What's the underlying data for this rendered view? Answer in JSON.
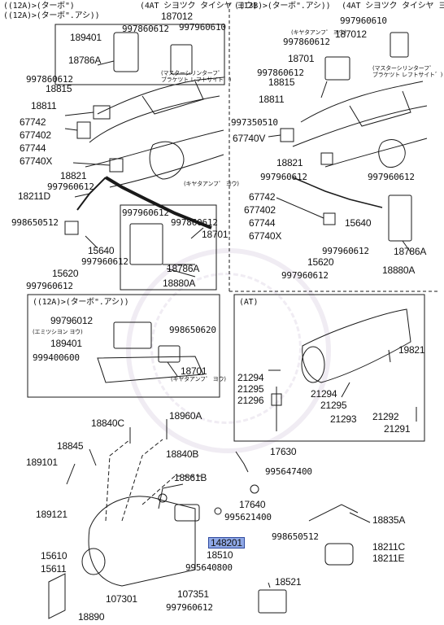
{
  "headers": {
    "left": "((12A)>(ターボ\")",
    "left2": "((12A)>(ターボ\".アシ))",
    "mid": "(4AT シヨツク タイシヤ ヨウ)",
    "right": "((13B)>(ターボ\".アシ))",
    "right2": "(4AT シヨツク タイシヤ ヨウ)",
    "box12a": "((12A)>(ターボ\".アシ))",
    "at": "(AT)"
  },
  "notes": {
    "master_l": "(マスターシリンターフ゜",
    "master_l2": "ブラケツト レフトサイト゛)",
    "master_r": "(マスターシリンターフ゜",
    "master_r2": "ブラケツト レフトサイト゛)",
    "kita_l": "(キヤタアンフ゜ ヨウ)",
    "kita_r": "(キヤタアンフ゜ ヨウ)",
    "emi": "(エミツシヨン ヨウ)",
    "kita_b": "(キヤタアンフ゜ ヨウ)"
  },
  "parts": {
    "p189401": "189401",
    "p997860612a": "997860612",
    "p997960610a": "997960610",
    "p18786Aa": "18786A",
    "p187012a": "187012",
    "p997860612b": "997860612",
    "p18815a": "18815",
    "p18811a": "18811",
    "p67742a": "67742",
    "p677402a": "677402",
    "p67744a": "67744",
    "p67740Xa": "67740X",
    "p18821a": "18821",
    "p997960612a": "997960612",
    "p18211D": "18211D",
    "p998650512a": "998650512",
    "p15640a": "15640",
    "p15620a": "15620",
    "p997960612b": "997960612",
    "p997960612c": "997960612",
    "p997860612c": "997860612",
    "p18701a": "18701",
    "p18786Ab": "18786A",
    "p18880Aa": "18880A",
    "p997960610b": "997960610",
    "p187012b": "187012",
    "p997860612d": "997860612",
    "p18701b": "18701",
    "p997860612e": "997860612",
    "p18815b": "18815",
    "p18811b": "18811",
    "p997350510": "997350510",
    "p67740V": "67740V",
    "p18821b": "18821",
    "p997960612d": "997960612",
    "p997960612e": "997960612",
    "p67742b": "67742",
    "p677402b": "677402",
    "p67744b": "67744",
    "p67740Xb": "67740X",
    "p15640b": "15640",
    "p15620b": "15620",
    "p997960612f": "997960612",
    "p997960612g": "997960612",
    "p18786Ac": "18786A",
    "p18880Ab": "18880A",
    "p99796012": "99796012",
    "p998650620": "998650620",
    "p189401b": "189401",
    "p999400600": "999400600",
    "p18701c": "18701",
    "p19821": "19821",
    "p21294a": "21294",
    "p21295a": "21295",
    "p21296": "21296",
    "p21294b": "21294",
    "p21295b": "21295",
    "p21293": "21293",
    "p21292": "21292",
    "p21291": "21291",
    "p18840C": "18840C",
    "p18960A": "18960A",
    "p18845": "18845",
    "p18840B": "18840B",
    "p189101": "189101",
    "p18861B": "18861B",
    "p189121": "189121",
    "p17630": "17630",
    "p995647400": "995647400",
    "p17640": "17640",
    "p995621400": "995621400",
    "p18835A": "18835A",
    "p998650512b": "998650512",
    "p148201": "148201",
    "p18211C": "18211C",
    "p18211E": "18211E",
    "p18510": "18510",
    "p995640800": "995640800",
    "p15610": "15610",
    "p15611": "15611",
    "p107301": "107301",
    "p107351": "107351",
    "p997960612h": "997960612",
    "p18890": "18890",
    "p18521": "18521"
  },
  "colors": {
    "highlight": "#8fa8e6",
    "line": "#1a1a1a"
  }
}
